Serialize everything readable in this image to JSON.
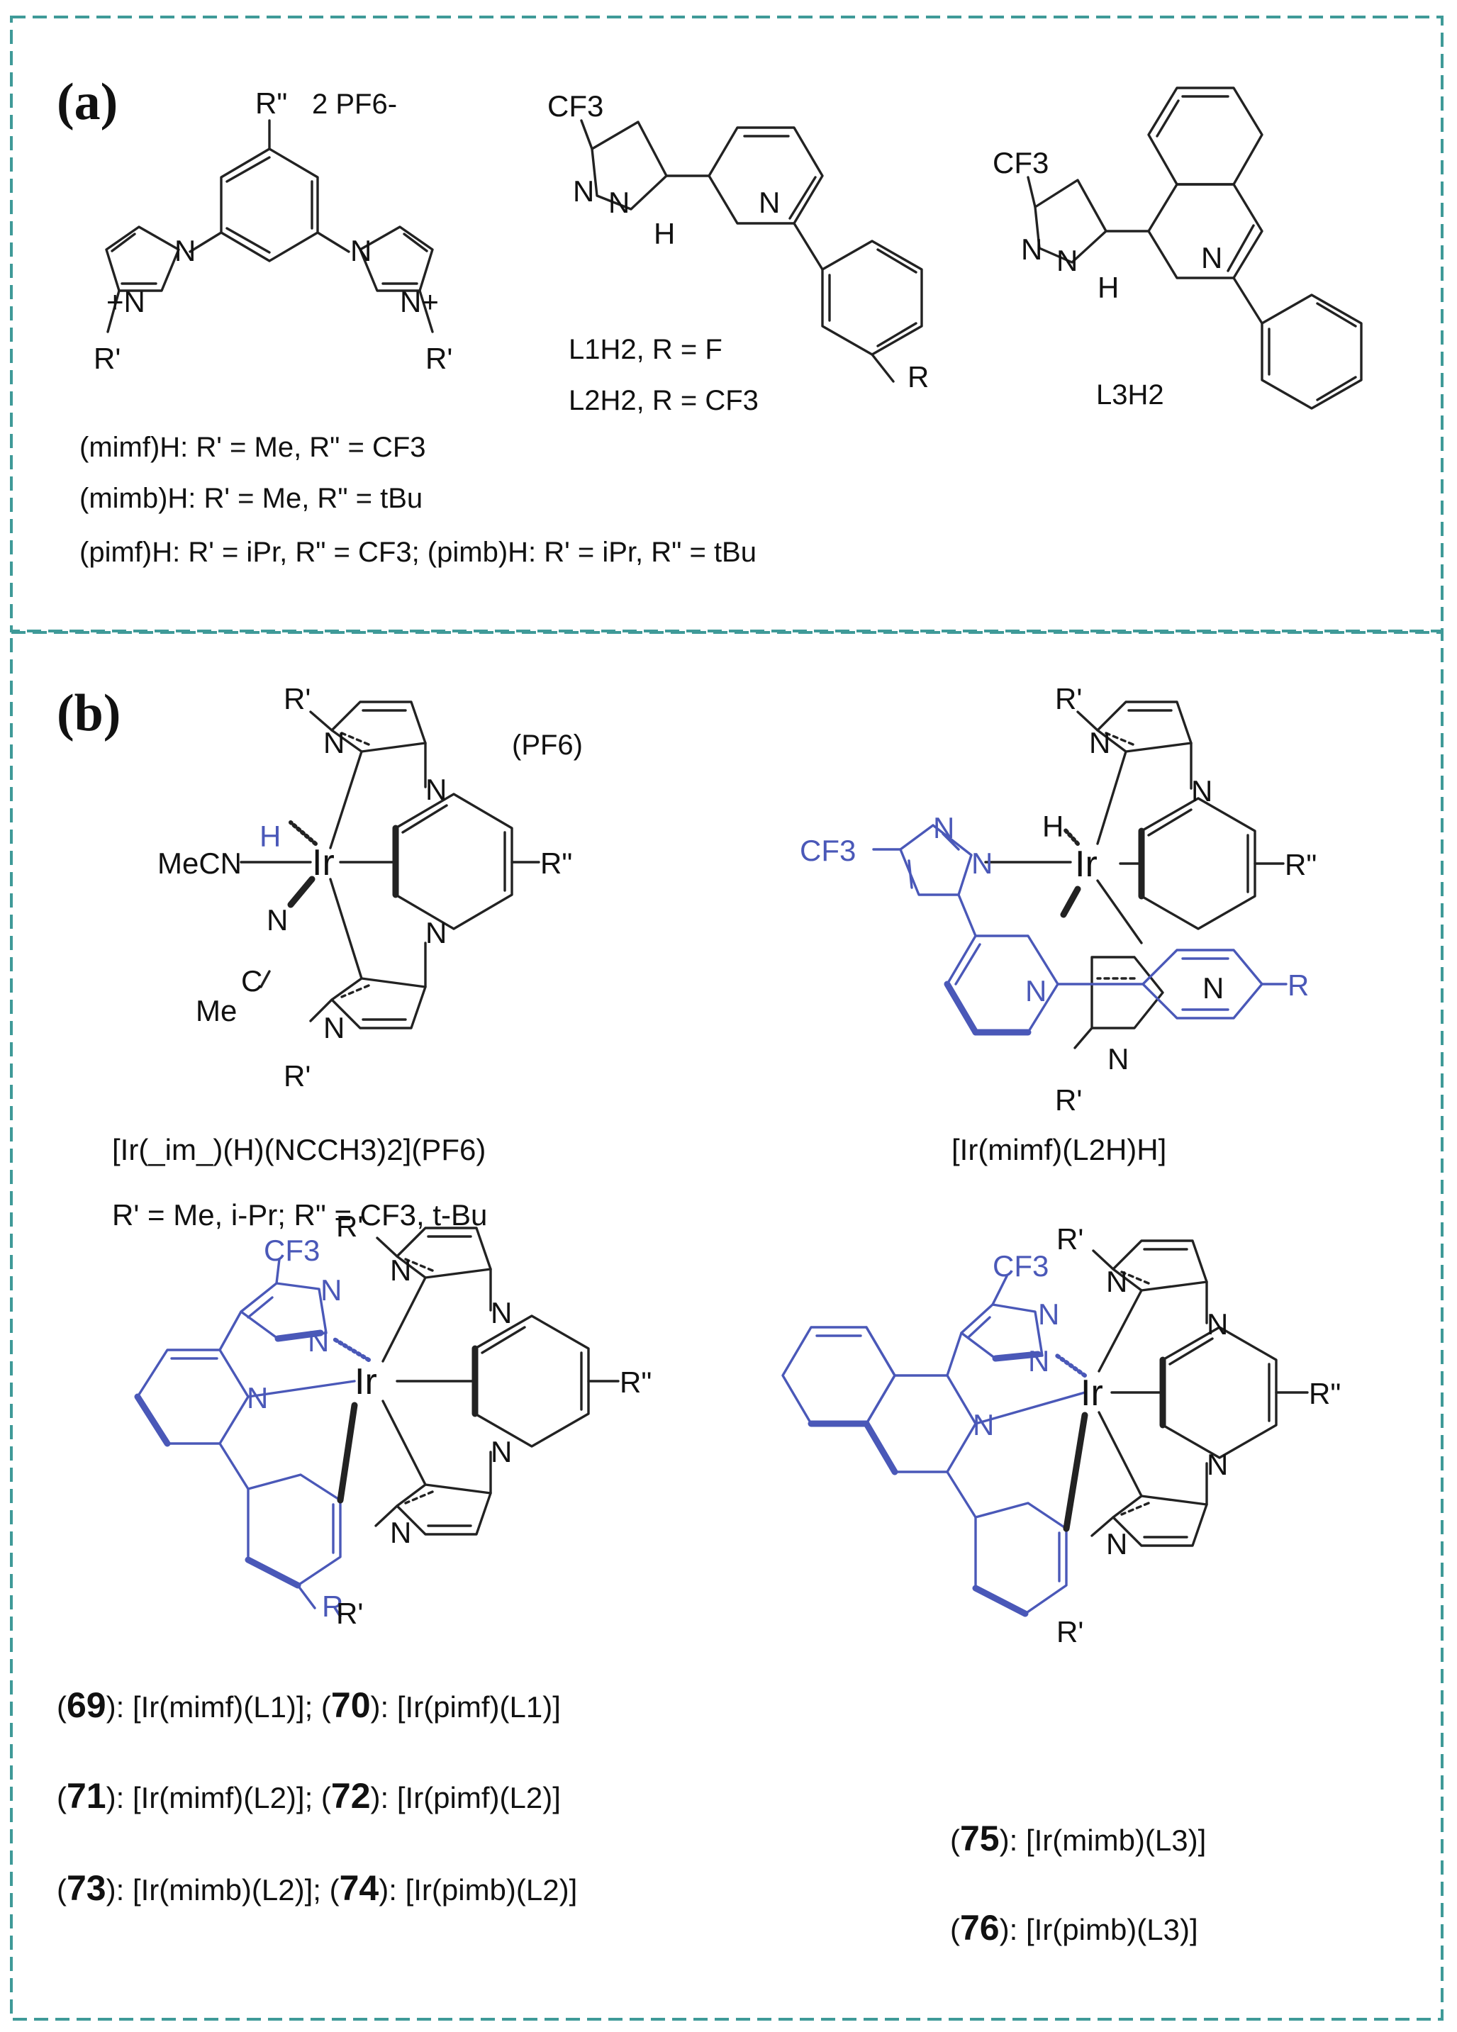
{
  "panel_a": {
    "label": "(a)",
    "bis_imidazolium": {
      "r_top": "R\"",
      "counterion": "2 PF6-",
      "r_left": "R'",
      "r_right": "R'",
      "n_label": "N",
      "n_plus": "N+",
      "plus_left": "+N",
      "variants": [
        "(mimf)H: R' = Me, R\" = CF3",
        "(mimb)H: R' = Me, R\" = tBu",
        "(pimf)H: R' = iPr, R\" = CF3; (pimb)H: R' = iPr, R\" = tBu"
      ]
    },
    "ligand_L12": {
      "cf3": "CF3",
      "n": "N",
      "nh": "N",
      "h": "H",
      "r": "R",
      "line1": "L1H2, R = F",
      "line2": "L2H2, R = CF3"
    },
    "ligand_L3": {
      "cf3": "CF3",
      "n": "N",
      "h": "H",
      "name": "L3H2"
    }
  },
  "panel_b": {
    "label": "(b)",
    "complex_precursor": {
      "r_top": "R'",
      "r_bottom": "R'",
      "counterion": "(PF6)",
      "hydride": "H",
      "ligand_left": "MeCN",
      "metal": "Ir",
      "n": "N",
      "c": "C",
      "me": "Me",
      "r2": "R\"",
      "formula": "[Ir(_im_)(H)(NCCH3)2](PF6)",
      "substituents": "R' = Me, i-Pr; R\" = CF3, t-Bu"
    },
    "complex_hydride": {
      "r_top": "R'",
      "r_bottom": "R'",
      "hydride": "H",
      "cf3": "CF3",
      "metal": "Ir",
      "n": "N",
      "r": "R",
      "r2": "R\"",
      "formula": "[Ir(mimf)(L2H)H]"
    },
    "complex_69_74": {
      "r_top": "R'",
      "r_bottom": "R'",
      "cf3": "CF3",
      "metal": "Ir",
      "n": "N",
      "r": "R",
      "r2": "R\"",
      "entries": [
        {
          "n1": "69",
          "f1": "[Ir(mimf)(L1)]",
          "n2": "70",
          "f2": "[Ir(pimf)(L1)]"
        },
        {
          "n1": "71",
          "f1": "[Ir(mimf)(L2)]",
          "n2": "72",
          "f2": "[Ir(pimf)(L2)]"
        },
        {
          "n1": "73",
          "f1": "[Ir(mimb)(L2)]",
          "n2": "74",
          "f2": "[Ir(pimb)(L2)]"
        }
      ]
    },
    "complex_75_76": {
      "r_top": "R'",
      "r_bottom": "R'",
      "cf3": "CF3",
      "metal": "Ir",
      "n": "N",
      "r2": "R\"",
      "entries": [
        {
          "n": "75",
          "f": "[Ir(mimb)(L3)]"
        },
        {
          "n": "76",
          "f": "[Ir(pimb)(L3)]"
        }
      ]
    }
  },
  "colors": {
    "frame": "#3f9a98",
    "ligand_blue": "#4a58b8",
    "ink": "#111111"
  }
}
